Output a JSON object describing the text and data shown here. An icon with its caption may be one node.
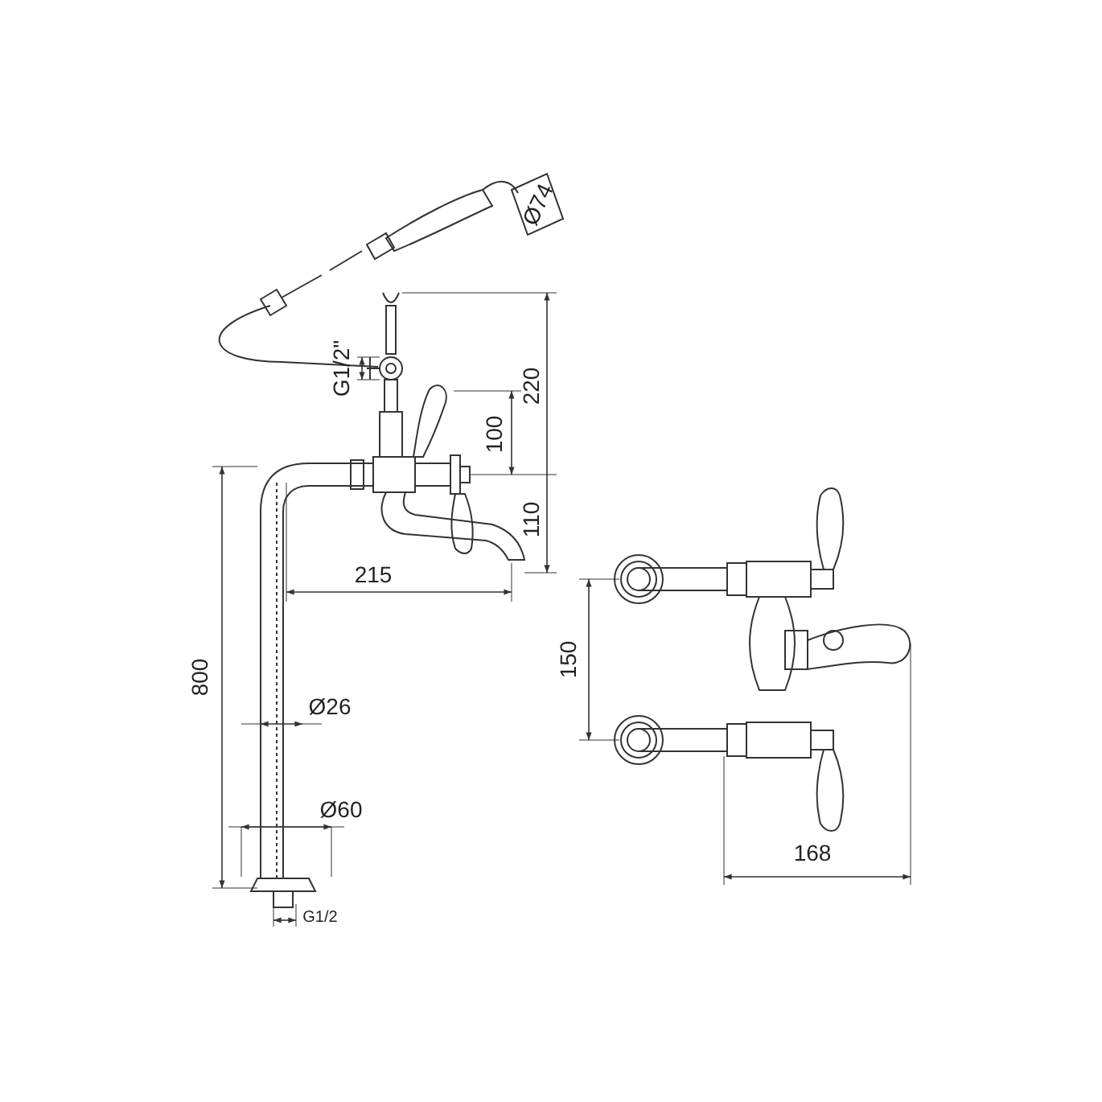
{
  "diagram": {
    "labels": [
      "Ø74",
      "G1/2\"",
      "220",
      "100",
      "110",
      "215",
      "800",
      "Ø26",
      "Ø60",
      "G1/2",
      "150",
      "168"
    ]
  }
}
